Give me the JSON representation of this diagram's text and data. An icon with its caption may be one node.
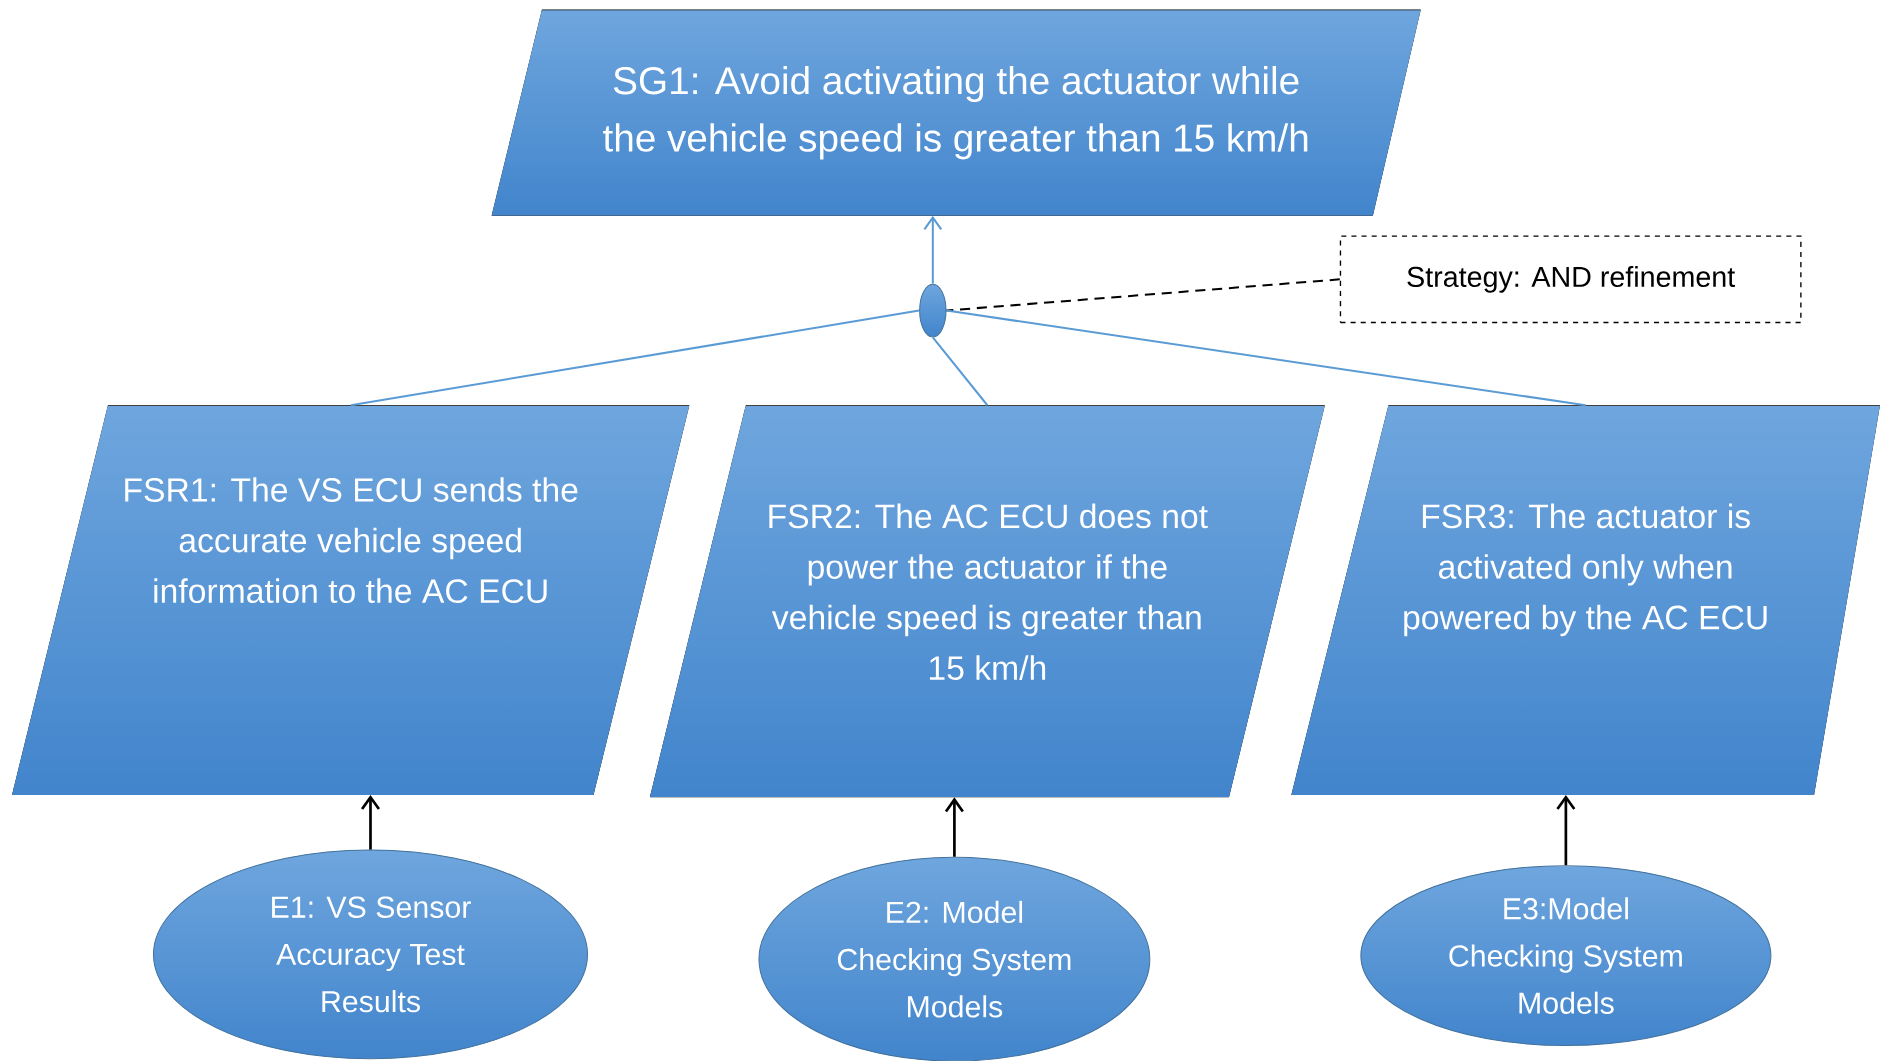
{
  "diagram": {
    "nodes": [
      {
        "text": [
          "SG1: Avoid activating the actuator while the vehicle speed is greater than 15 km/h"
        ]
      },
      {
        "text": [],
        "shape": "ellipse"
      },
      {
        "text": [
          "Strategy: AND refinement"
        ]
      },
      {
        "text": [
          "FSR1: The VS ECU sends the accurate vehicle speed information to the AC ECU"
        ]
      },
      {
        "text": [
          "FSR2: The AC ECU does not power the actuator if the vehicle speed is greater than 15 km/h"
        ]
      },
      {
        "text": [
          "FSR3: The actuator is activated only when powered by the AC ECU"
        ]
      },
      {
        "text": [
          "E1: VS Sensor Accuracy Test Results"
        ]
      },
      {
        "text": [
          "E2: Model Checking System Models"
        ]
      },
      {
        "text": [
          "E3:Model Checking System Models"
        ]
      }
    ],
    "edges": [
      {
        "from": 1,
        "to": 0,
        "arrow": "to"
      },
      {
        "from": 2,
        "to": 1,
        "arrow": "none",
        "style": "dashed",
        "color": "#000000"
      },
      {
        "from": 3,
        "to": 1,
        "arrow": "none"
      },
      {
        "from": 4,
        "to": 1,
        "arrow": "none"
      },
      {
        "from": 5,
        "to": 1,
        "arrow": "none"
      },
      {
        "from": 6,
        "to": 3,
        "arrow": "to",
        "color": "#000000"
      },
      {
        "from": 7,
        "to": 4,
        "arrow": "to",
        "color": "#000000"
      },
      {
        "from": 8,
        "to": 5,
        "arrow": "to",
        "color": "#000000"
      }
    ]
  }
}
